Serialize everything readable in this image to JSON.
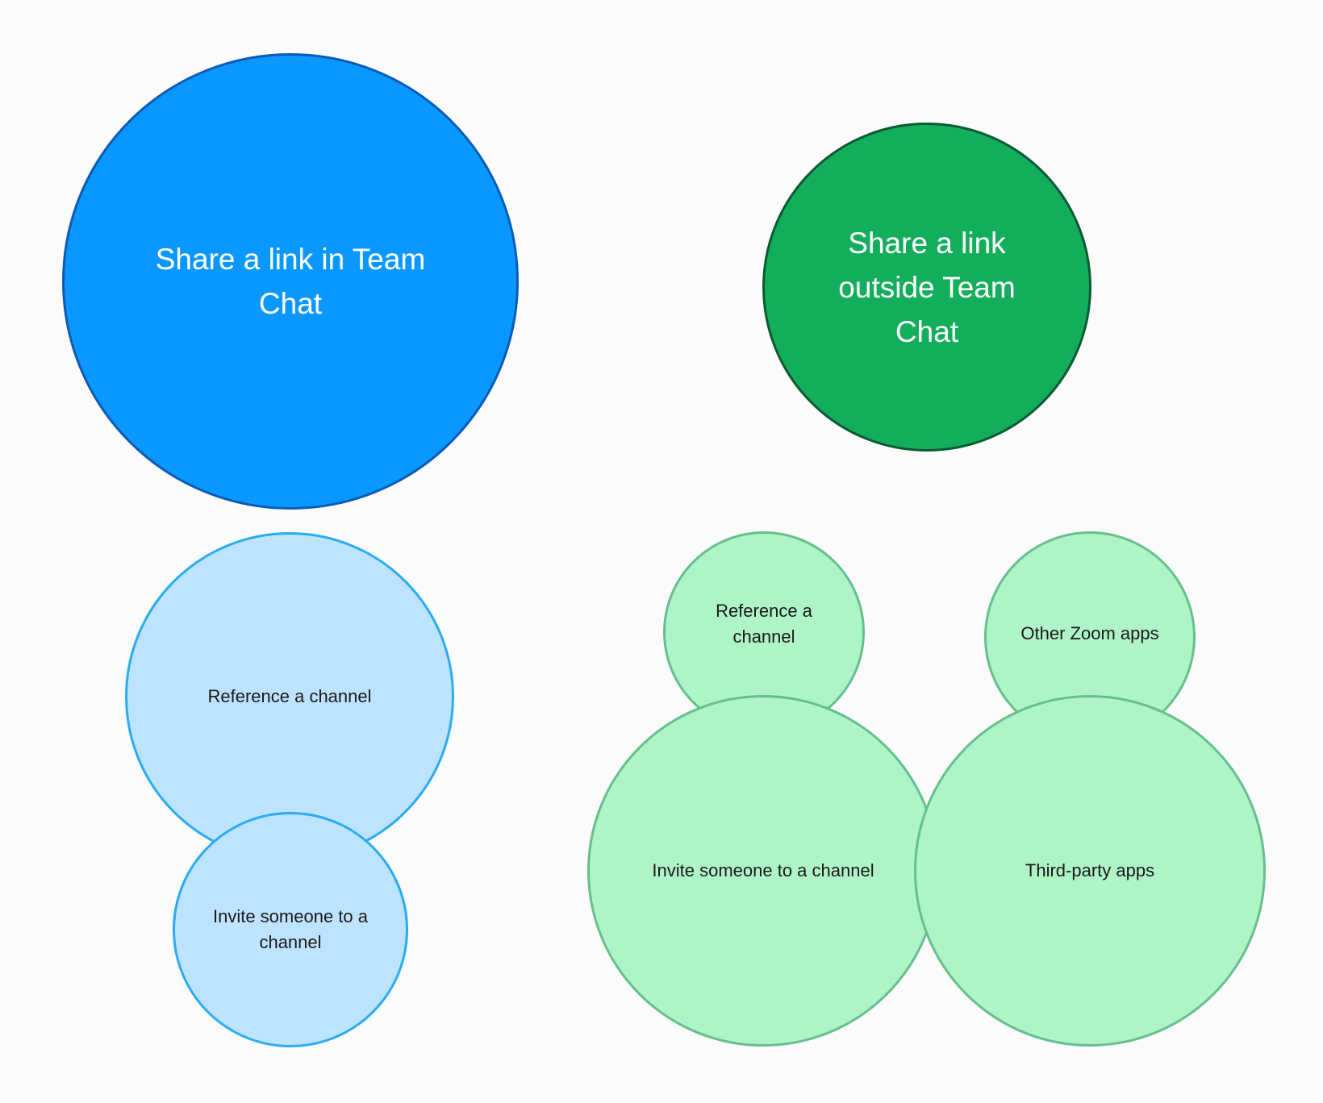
{
  "colors": {
    "background": "#fbfbfb",
    "blue_primary_fill": "#0a98ff",
    "blue_primary_stroke": "#0a5bb8",
    "blue_child_fill": "#bde3fe",
    "blue_child_stroke": "#2aacf0",
    "green_primary_fill": "#13ae5c",
    "green_primary_stroke": "#0c5a32",
    "green_child_fill": "#aff4c6",
    "green_child_stroke": "#66bf8e"
  },
  "groups": {
    "in_team_chat": {
      "title": "Share a link in Team Chat",
      "items": [
        "Reference a channel",
        "Invite someone to a channel"
      ]
    },
    "outside_team_chat": {
      "title": "Share a link outside Team Chat",
      "items": [
        "Reference a channel",
        "Other Zoom apps",
        "Invite someone to a channel",
        "Third-party apps"
      ]
    }
  }
}
